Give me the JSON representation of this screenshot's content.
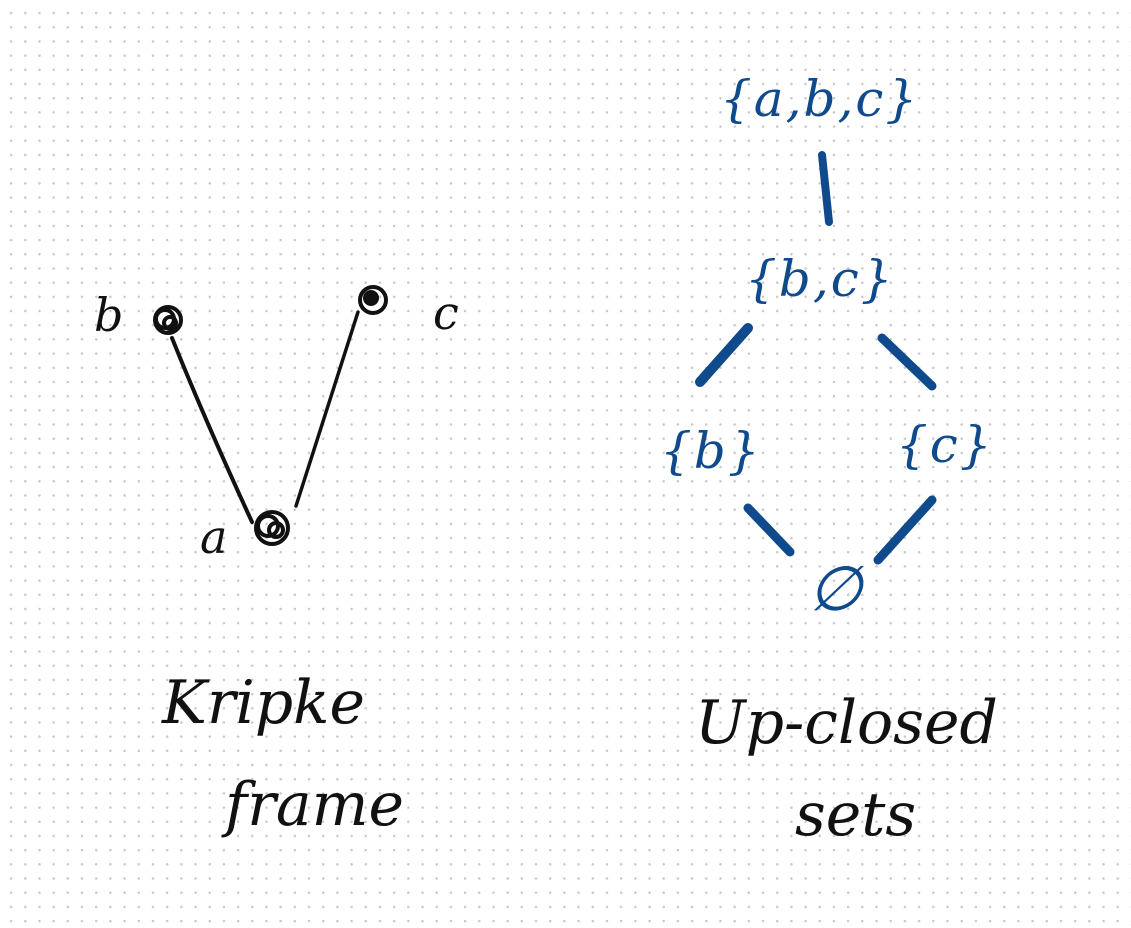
{
  "kripke_frame": {
    "caption_line1": "Kripke",
    "caption_line2": "frame",
    "nodes": [
      {
        "id": "b",
        "label": "b"
      },
      {
        "id": "c",
        "label": "c"
      },
      {
        "id": "a",
        "label": "a"
      }
    ],
    "edges": [
      {
        "from": "a",
        "to": "b"
      },
      {
        "from": "a",
        "to": "c"
      }
    ]
  },
  "upclosed_sets": {
    "caption_line1": "Up-closed",
    "caption_line2": "sets",
    "nodes": [
      {
        "id": "abc",
        "label": "{a,b,c}"
      },
      {
        "id": "bc",
        "label": "{b,c}"
      },
      {
        "id": "b",
        "label": "{b}"
      },
      {
        "id": "c",
        "label": "{c}"
      },
      {
        "id": "empty",
        "label": "∅"
      }
    ],
    "edges": [
      {
        "from": "bc",
        "to": "abc"
      },
      {
        "from": "b",
        "to": "bc"
      },
      {
        "from": "c",
        "to": "bc"
      },
      {
        "from": "empty",
        "to": "b"
      },
      {
        "from": "empty",
        "to": "c"
      }
    ]
  },
  "colors": {
    "ink_black": "#111111",
    "ink_blue": "#0f4a8c",
    "dot_grid": "#c9c9c9"
  }
}
